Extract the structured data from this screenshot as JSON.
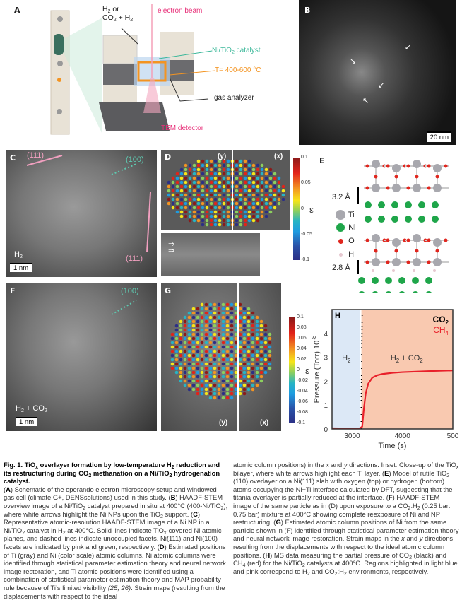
{
  "panels": {
    "A": {
      "label": "A",
      "gas_line1": "H",
      "gas_line1_sub": "2",
      "gas_line1_end": " or",
      "gas_line2": "CO",
      "gas_line2_sub": "2",
      "gas_line2_end": " + H",
      "gas_line2_sub2": "2",
      "beam": "electron beam",
      "catalyst": "Ni/TiO",
      "catalyst_sub": "2",
      "catalyst_end": " catalyst",
      "temp": "T= 400-600 °C",
      "analyzer": "gas analyzer",
      "detector": "TEM detector",
      "colors": {
        "beam": "#e8327a",
        "catalyst": "#3cb89a",
        "temp": "#f39422"
      }
    },
    "B": {
      "label": "B",
      "scalebar": "20 nm"
    },
    "C": {
      "label": "C",
      "facet_111_top": "(111)",
      "facet_100": "(100)",
      "facet_111_right": "(111)",
      "env": "H",
      "env_sub": "2",
      "scalebar": "1 nm",
      "colors": {
        "ni111": "#f2a0c0",
        "ni100": "#5fc8b0"
      }
    },
    "D": {
      "label": "D",
      "dir_y": "(y)",
      "dir_x": "(x)",
      "colorbar": {
        "symbol": "ε",
        "ticks": [
          "0.1",
          "0.05",
          "0",
          "-0.05",
          "-0.1"
        ]
      }
    },
    "E": {
      "label": "E",
      "spacing_top": "3.2 Å",
      "spacing_bottom": "2.8 Å",
      "legend": [
        {
          "name": "Ti",
          "color": "#a8a8ae"
        },
        {
          "name": "Ni",
          "color": "#1fa64a"
        },
        {
          "name": "O",
          "color": "#e0261e"
        },
        {
          "name": "H",
          "color": "#e6c8d0"
        }
      ]
    },
    "F": {
      "label": "F",
      "facet_100": "(100)",
      "env": "H",
      "env_sub": "2",
      "env_end": " + CO",
      "env_sub2": "2",
      "scalebar": "1 nm"
    },
    "G": {
      "label": "G",
      "dir_y": "(y)",
      "dir_x": "(x)",
      "colorbar": {
        "symbol": "ε",
        "ticks": [
          "0.1",
          "0.08",
          "0.06",
          "0.04",
          "0.02",
          "0",
          "-0.02",
          "-0.04",
          "-0.06",
          "-0.08",
          "-0.1"
        ]
      }
    }
  },
  "chart_data": {
    "type": "line",
    "label": "H",
    "xlabel": "Time (s)",
    "ylabel": "Pressure (Torr) 10",
    "ylabel_exp": "-8",
    "xlim": [
      2600,
      5000
    ],
    "ylim": [
      0,
      5
    ],
    "xticks": [
      {
        "v": 3000,
        "t": "3000"
      },
      {
        "v": 4000,
        "t": "4000"
      },
      {
        "v": 5000,
        "t": "500"
      }
    ],
    "yticks": [
      0,
      1,
      2,
      3,
      4
    ],
    "regions": [
      {
        "label": "H",
        "sub": "2",
        "end": "",
        "from": 2600,
        "to": 3170,
        "color": "#dce8f6"
      },
      {
        "label": "H",
        "sub": "2",
        "end": " + CO",
        "sub2": "2",
        "from": 3170,
        "to": 5000,
        "color": "#f9c9b0"
      }
    ],
    "series": [
      {
        "name": "CO",
        "sub": "2",
        "color": "#000000",
        "style": "dotted",
        "x": [
          3180,
          3180,
          3185,
          3190,
          3195,
          3200
        ],
        "y": [
          0,
          1,
          2,
          3,
          4,
          5
        ]
      },
      {
        "name": "CH",
        "sub": "4",
        "color": "#e8202a",
        "style": "solid",
        "x": [
          2600,
          3000,
          3150,
          3200,
          3230,
          3270,
          3320,
          3400,
          3500,
          3600,
          3800,
          4000,
          4500,
          5000
        ],
        "y": [
          0.03,
          0.02,
          0.03,
          0.1,
          0.8,
          1.5,
          1.9,
          2.15,
          2.25,
          2.3,
          2.35,
          2.38,
          2.42,
          2.45
        ]
      }
    ]
  },
  "caption": {
    "title": [
      {
        "t": "Fig. 1. TiO"
      },
      {
        "t": "x",
        "s": 1
      },
      {
        "t": " overlayer formation by low-temperature H"
      },
      {
        "t": "2",
        "s": 1
      },
      {
        "t": " reduction and its restructuring during CO"
      },
      {
        "t": "2",
        "s": 1
      },
      {
        "t": " methanation on a Ni/TiO"
      },
      {
        "t": "2",
        "s": 1
      },
      {
        "t": " hydrogenation catalyst."
      }
    ],
    "body": [
      {
        "t": "("
      },
      {
        "t": "A",
        "b": 1
      },
      {
        "t": ") Schematic of the operando electron microscopy setup and windowed gas cell (climate G+, DENSsolutions) used in this study. ("
      },
      {
        "t": "B",
        "b": 1
      },
      {
        "t": ") HAADF-STEM overview image of a Ni/TiO"
      },
      {
        "t": "2",
        "s": 1
      },
      {
        "t": " catalyst prepared in situ at 400°C (400-Ni/TiO"
      },
      {
        "t": "2",
        "s": 1
      },
      {
        "t": "), where white arrows highlight the Ni NPs upon the TiO"
      },
      {
        "t": "2",
        "s": 1
      },
      {
        "t": " support. ("
      },
      {
        "t": "C",
        "b": 1
      },
      {
        "t": ") Representative atomic-resolution HAADF-STEM image of a Ni NP in a Ni/TiO"
      },
      {
        "t": "2",
        "s": 1
      },
      {
        "t": " catalyst in H"
      },
      {
        "t": "2",
        "s": 1
      },
      {
        "t": " at 400°C. Solid lines indicate TiO"
      },
      {
        "t": "x",
        "s": 1
      },
      {
        "t": "-covered Ni atomic planes, and dashed lines indicate unoccupied facets. Ni(111) and Ni(100) facets are indicated by pink and green, respectively. ("
      },
      {
        "t": "D",
        "b": 1
      },
      {
        "t": ") Estimated positions of Ti (gray) and Ni (color scale) atomic columns. Ni atomic columns were identified through statistical parameter estimation theory and neural network image restoration, and Ti atomic positions were identified using a combination of statistical parameter estimation theory and MAP probability rule because of Ti’s limited visibility "
      },
      {
        "t": "(25, 26)",
        "i": 1
      },
      {
        "t": ". Strain maps (resulting from the displacements with respect to the ideal "
      }
    ],
    "body2": [
      {
        "t": "atomic column positions) in the "
      },
      {
        "t": "x",
        "i": 1
      },
      {
        "t": " and "
      },
      {
        "t": "y",
        "i": 1
      },
      {
        "t": " directions. Inset: Close-up of the TiO"
      },
      {
        "t": "x",
        "s": 1
      },
      {
        "t": " bilayer, where white arrows highlight each Ti layer. ("
      },
      {
        "t": "E",
        "b": 1
      },
      {
        "t": ") Model of rutile TiO"
      },
      {
        "t": "2",
        "s": 1
      },
      {
        "t": " (110) overlayer on a Ni(111) slab with oxygen (top) or hydrogen (bottom) atoms occupying the Ni−Ti interface calculated by DFT, suggesting that the titania overlayer is partially reduced at the interface. ("
      },
      {
        "t": "F",
        "b": 1
      },
      {
        "t": ") HAADF-STEM image of the same particle as in (D) upon exposure to a CO"
      },
      {
        "t": "2",
        "s": 1
      },
      {
        "t": ":H"
      },
      {
        "t": "2",
        "s": 1
      },
      {
        "t": " (0.25 bar: 0.75 bar) mixture at 400°C showing complete reexposure of Ni and NP restructuring. ("
      },
      {
        "t": "G",
        "b": 1
      },
      {
        "t": ") Estimated atomic column positions of Ni from the same particle shown in (F) identified through statistical parameter estimation theory and neural network image restoration. Strain maps in the "
      },
      {
        "t": "x",
        "i": 1
      },
      {
        "t": " and "
      },
      {
        "t": "y",
        "i": 1
      },
      {
        "t": " directions resulting from the displacements with respect to the ideal atomic column positions. ("
      },
      {
        "t": "H",
        "b": 1
      },
      {
        "t": ") MS data measuring the partial pressure of CO"
      },
      {
        "t": "2",
        "s": 1
      },
      {
        "t": " (black) and CH"
      },
      {
        "t": "4",
        "s": 1
      },
      {
        "t": " (red) for the Ni/TiO"
      },
      {
        "t": "2",
        "s": 1
      },
      {
        "t": " catalysts at 400°C. Regions highlighted in light blue and pink correspond to H"
      },
      {
        "t": "2",
        "s": 1
      },
      {
        "t": " and CO"
      },
      {
        "t": "2",
        "s": 1
      },
      {
        "t": ":H"
      },
      {
        "t": "2",
        "s": 1
      },
      {
        "t": " environments, respectively."
      }
    ]
  }
}
